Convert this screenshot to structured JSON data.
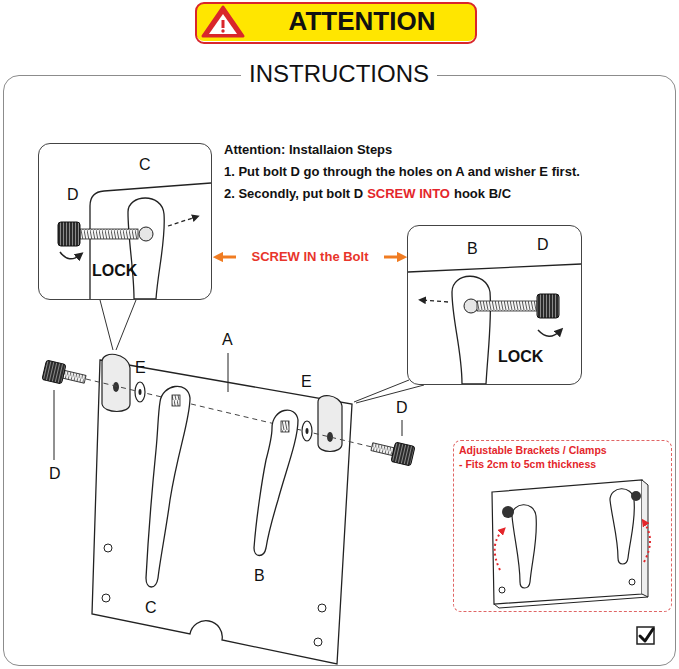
{
  "diagram": {
    "nodes": [
      {
        "text": [
          "ATTENTION"
        ]
      },
      {
        "text": [
          "INSTRUCTIONS"
        ]
      },
      {
        "text": [
          "D",
          "C",
          "LOCK"
        ],
        "in": 1
      },
      {
        "text": [
          "B",
          "D",
          "LOCK"
        ],
        "in": 1
      },
      {
        "text": [
          "Adjustable Brackets / Clamps",
          "- Fits 2cm to 5cm thickness"
        ],
        "in": 1
      }
    ],
    "labels": [
      "Attention: Installaion Steps",
      "1. Put bolt D go through the holes on A and wisher E first.",
      "2. Secondly, put bolt D",
      "SCREW INTO",
      "hook B/C",
      "SCREW IN the Bolt",
      "A",
      "E",
      "E",
      "D",
      "D",
      "B",
      "C"
    ]
  }
}
